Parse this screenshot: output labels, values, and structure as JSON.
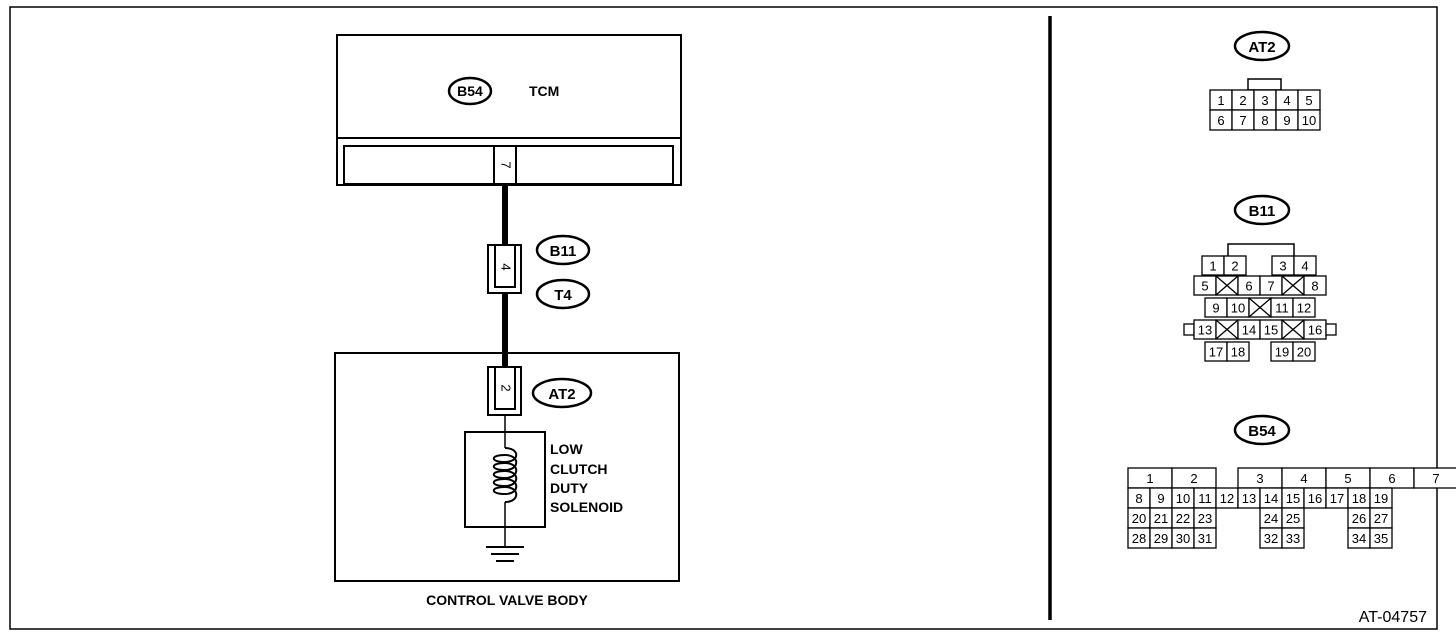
{
  "diagram": {
    "tcm": {
      "connector": "B54",
      "label": "TCM",
      "pin": "7"
    },
    "harness_connector": {
      "name": "B11",
      "alt_name": "T4",
      "pin": "4"
    },
    "solenoid_connector": {
      "name": "AT2",
      "pin": "2"
    },
    "solenoid_label_lines": [
      "LOW",
      "CLUTCH",
      "DUTY",
      "SOLENOID"
    ],
    "control_valve_body_label": "CONTROL VALVE BODY",
    "figure_id": "AT-04757"
  },
  "connector_views": {
    "at2": {
      "name": "AT2",
      "rows": [
        [
          "1",
          "2",
          "3",
          "4",
          "5"
        ],
        [
          "6",
          "7",
          "8",
          "9",
          "10"
        ]
      ]
    },
    "b11": {
      "name": "B11",
      "rows": [
        [
          "1",
          "2",
          "3",
          "4"
        ],
        [
          "5",
          "6",
          "7",
          "8"
        ],
        [
          "9",
          "10",
          "11",
          "12"
        ],
        [
          "13",
          "14",
          "15",
          "16"
        ],
        [
          "17",
          "18",
          "19",
          "20"
        ]
      ]
    },
    "b54": {
      "name": "B54",
      "rows": [
        [
          "1",
          "2",
          "3",
          "4",
          "5",
          "6",
          "7"
        ],
        [
          "8",
          "9",
          "10",
          "11",
          "12",
          "13",
          "14",
          "15",
          "16",
          "17",
          "18",
          "19"
        ],
        [
          "20",
          "21",
          "22",
          "23",
          "24",
          "25",
          "26",
          "27"
        ],
        [
          "28",
          "29",
          "30",
          "31",
          "32",
          "33",
          "34",
          "35"
        ]
      ]
    }
  }
}
